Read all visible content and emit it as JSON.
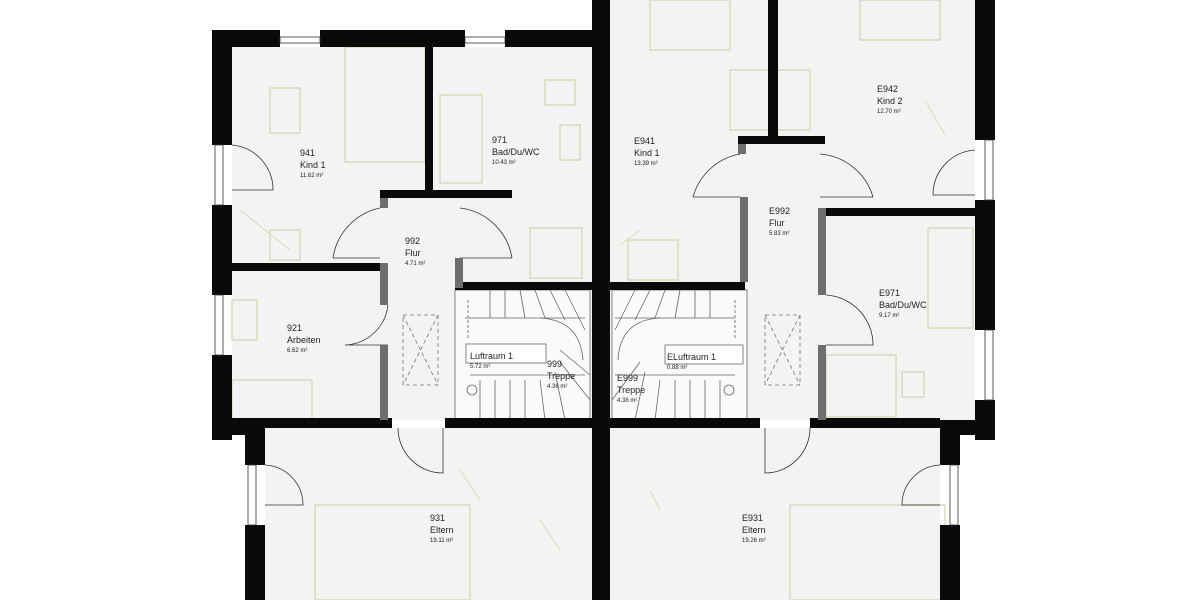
{
  "colors": {
    "wall": "#0a0a0a",
    "floor": "#f3f3f3",
    "furniture": "#d8dcb8",
    "partition": "#6e6e6e"
  },
  "rooms": [
    {
      "num": "941",
      "name": "Kind 1",
      "area": "11.62 m²"
    },
    {
      "num": "971",
      "name": "Bad/Du/WC",
      "area": "10.43 m²"
    },
    {
      "num": "992",
      "name": "Flur",
      "area": "4.71 m²"
    },
    {
      "num": "921",
      "name": "Arbeiten",
      "area": "6.62 m²"
    },
    {
      "num": "",
      "name": "Luftraum 1",
      "area": "5.72 m²"
    },
    {
      "num": "999",
      "name": "Treppe",
      "area": "4.38 m²"
    },
    {
      "num": "931",
      "name": "Eltern",
      "area": "19.11 m²"
    },
    {
      "num": "E941",
      "name": "Kind 1",
      "area": "13.39 m²"
    },
    {
      "num": "E942",
      "name": "Kind 2",
      "area": "12.70 m²"
    },
    {
      "num": "E992",
      "name": "Flur",
      "area": "5.83 m²"
    },
    {
      "num": "E971",
      "name": "Bad/Du/WC",
      "area": "9.17 m²"
    },
    {
      "num": "",
      "name": "ELuftraum 1",
      "area": "0.88 m²"
    },
    {
      "num": "E999",
      "name": "Treppe",
      "area": "4.38 m²"
    },
    {
      "num": "E931",
      "name": "Eltern",
      "area": "19.26 m²"
    }
  ]
}
